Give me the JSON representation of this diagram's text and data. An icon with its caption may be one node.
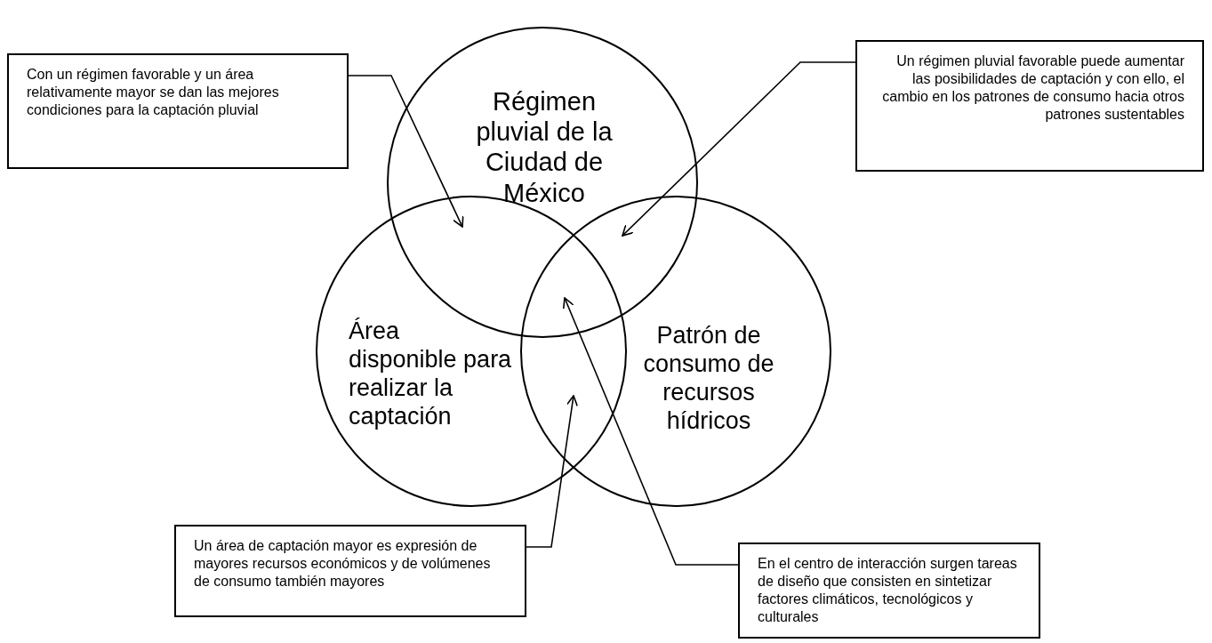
{
  "diagram": {
    "nodes": [
      {
        "text": [
          "Régimen pluvial de la Ciudad de México"
        ]
      },
      {
        "text": [
          "Con un régimen favorable y un área relativamente mayor se dan las mejores  condiciones para la captación pluvial"
        ]
      },
      {
        "text": [
          "Un régimen pluvial favorable puede aumentar las posibilidades de captación y con ello, el cambio en los patrones de consumo hacia otros patrones sustentables"
        ]
      },
      {
        "text": [
          "Área disponible para realizar la captación"
        ]
      },
      {
        "text": [
          "Patrón de consumo de recursos hídricos"
        ]
      },
      {
        "text": [
          "Un área de captación mayor es expresión de mayores recursos económicos y de volúmenes de consumo también mayores"
        ]
      },
      {
        "text": [
          "En el centro de interacción surgen tareas de diseño que consisten en sintetizar factores climáticos, tecnológicos y culturales"
        ]
      }
    ],
    "edges": [
      {
        "from": 1,
        "to": 0,
        "arrow": "to"
      },
      {
        "from": 2,
        "to": 0,
        "arrow": "to"
      },
      {
        "from": 5,
        "to": 3,
        "arrow": "to"
      },
      {
        "from": 6,
        "to": 0,
        "arrow": "to"
      }
    ]
  }
}
